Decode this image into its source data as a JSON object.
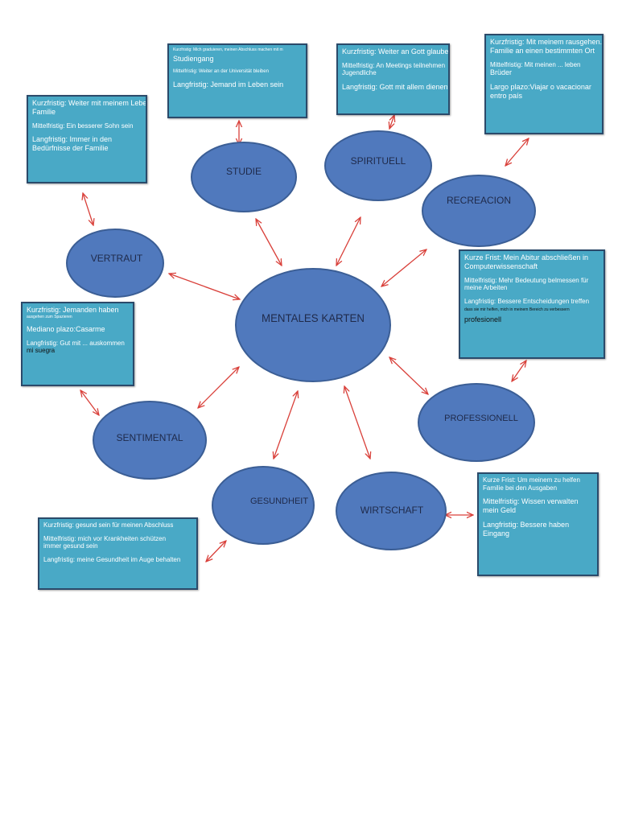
{
  "colors": {
    "ellipse_fill": "#5079bd",
    "ellipse_stroke": "#3b5e95",
    "box_fill": "#49a9c6",
    "box_border": "#2b4a6a",
    "arrow": "#d9403a"
  },
  "center": "MENTALES KARTEN",
  "nodes": {
    "studie": "STUDIE",
    "spirituell": "SPIRITUELL",
    "recreacion": "RECREACION",
    "vertraut": "VERTRAUT",
    "professionell": "PROFESSIONELL",
    "sentimental": "SENTIMENTAL",
    "gesundheit": "GESUNDHEIT",
    "wirtschaft": "WIRTSCHAFT"
  },
  "boxes": {
    "studie": {
      "l1": "Kurzfristig: Mich graduieren, meinen Abschluss machen mit m",
      "l2": "Studiengang",
      "l3": "Mittelfristig: Weiter an der Universität bleiben",
      "l4": "Langfristig: Jemand im Leben sein"
    },
    "spirituell": {
      "l1": "Kurzfristig: Weiter an Gott glauben",
      "l2": "Mittelfristig: An Meetings teilnehmen",
      "l3": "Jugendliche",
      "l4": "Langfristig: Gott mit allem dienen"
    },
    "recreacion": {
      "l1": "Kurzfristig: Mit meinem rausgehen.",
      "l2": "Familie an einen bestimmten Ort",
      "l3": "Mittelfristig: Mit meinen ... leben",
      "l4": "Brüder",
      "l5": "Largo plazo:Viajar o vacacionar",
      "l6": "entro país"
    },
    "vertraut": {
      "l1": "Kurzfristig: Weiter mit meinem Leben",
      "l2": "Familie",
      "l3": "Mittelfristig: Ein besserer Sohn sein",
      "l4": "Langfristig: Immer in den",
      "l5": "Bedürfnisse der Familie"
    },
    "professionell": {
      "l1": "Kurze Frist: Mein Abitur abschließen in",
      "l2": "Computerwissenschaft",
      "l3": "Mittelfristig: Mehr Bedeutung belmessen für",
      "l4": "meine Arbeiten",
      "l5": "Langfristig: Bessere Entscheidungen treffen",
      "l6": "dass sie mir helfen, mich in meinem Bereich zu verbessern",
      "l7": "profesionell"
    },
    "sentimental": {
      "l1": "Kurzfristig: Jemanden haben",
      "l2": "ausgehen zum Spazieren",
      "l3": "Mediano plazo:Casarme",
      "l4": "Langfristig: Gut mit ... auskommen",
      "l5": "mi suegra"
    },
    "gesundheit": {
      "l1": "Kurzfristig: gesund sein für meinen Abschluss",
      "l2": "Mittelfristig: mich vor Krankheiten schützen",
      "l3": "immer gesund sein",
      "l4": "Langfristig: meine Gesundheit im Auge behalten"
    },
    "wirtschaft": {
      "l1": "Kurze Frist: Um meinem zu helfen",
      "l2": "Familie bei den Ausgaben",
      "l3": "Mittelfristig: Wissen verwalten",
      "l4": "mein Geld",
      "l5": "Langfristig: Bessere haben",
      "l6": "Eingang"
    }
  }
}
